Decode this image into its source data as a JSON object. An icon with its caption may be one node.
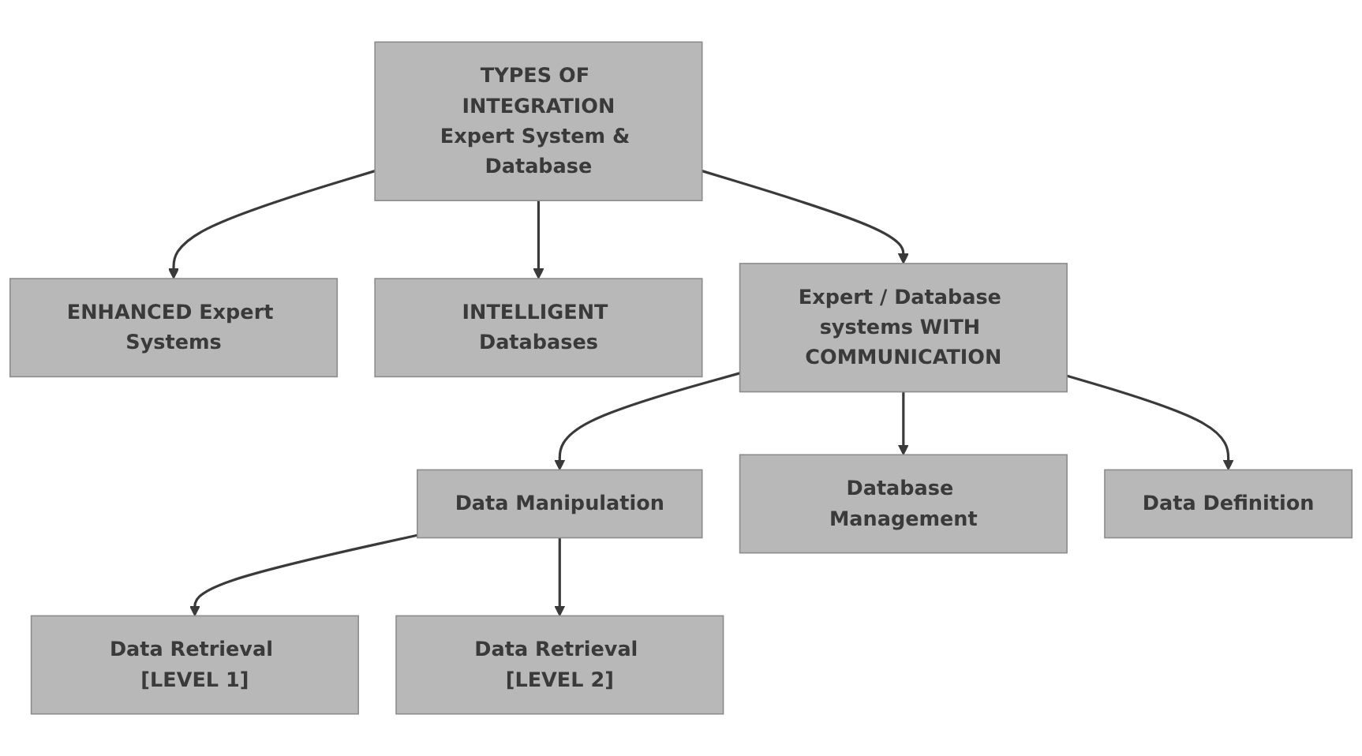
{
  "diagram": {
    "nodes": [
      {
        "text": [
          "TYPES OF INTEGRATION",
          "Expert System & Database"
        ]
      },
      {
        "text": [
          "ENHANCED Expert Systems"
        ]
      },
      {
        "text": [
          "INTELLIGENT Databases"
        ]
      },
      {
        "text": [
          "Expert / Database systems WITH COMMUNICATION"
        ]
      },
      {
        "text": [
          "Data Manipulation"
        ]
      },
      {
        "text": [
          "Database Management"
        ]
      },
      {
        "text": [
          "Data Definition"
        ]
      },
      {
        "text": [
          "Data Retrieval [LEVEL 1]"
        ]
      },
      {
        "text": [
          "Data Retrieval [LEVEL 2]"
        ]
      }
    ],
    "edges": [
      {
        "from": 0,
        "to": 1,
        "arrow": "to"
      },
      {
        "from": 0,
        "to": 2,
        "arrow": "to"
      },
      {
        "from": 0,
        "to": 3,
        "arrow": "to"
      },
      {
        "from": 3,
        "to": 4,
        "arrow": "to"
      },
      {
        "from": 3,
        "to": 5,
        "arrow": "to"
      },
      {
        "from": 3,
        "to": 6,
        "arrow": "to"
      },
      {
        "from": 4,
        "to": 7,
        "arrow": "to"
      },
      {
        "from": 4,
        "to": 8,
        "arrow": "to"
      }
    ]
  }
}
